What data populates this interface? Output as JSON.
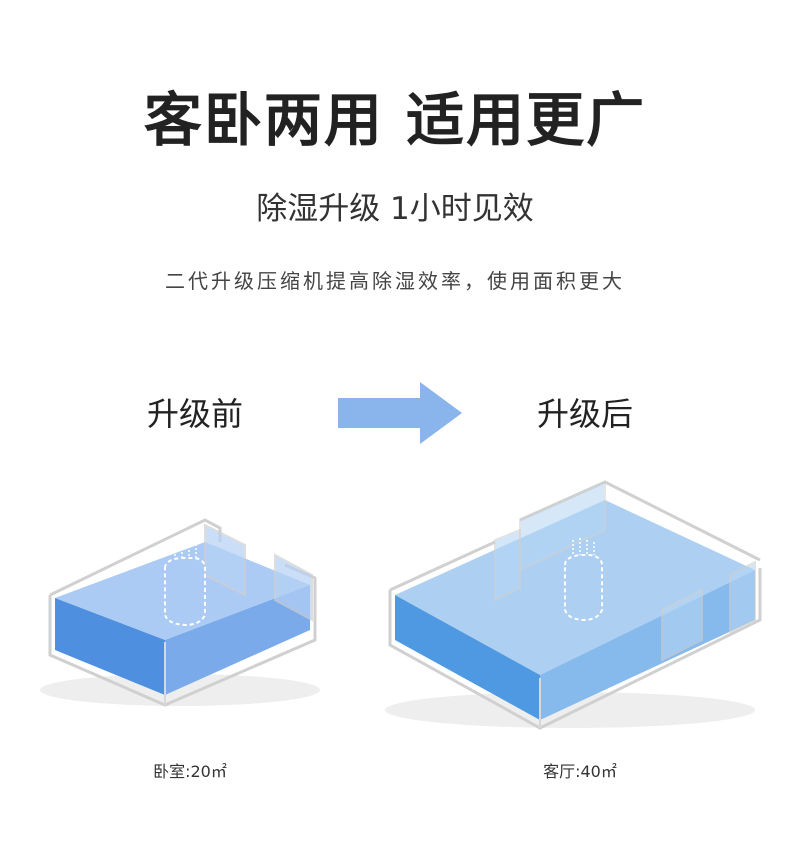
{
  "headline": "客卧两用  适用更广",
  "subheadline": "除湿升级 1小时见效",
  "description": "二代升级压缩机提高除湿效率，使用面积更大",
  "comparison": {
    "before_label": "升级前",
    "after_label": "升级后",
    "before_caption": "卧室:20㎡",
    "after_caption": "客厅:40㎡"
  },
  "colors": {
    "arrow": "#8ab4ec",
    "water": "#5b9de6",
    "outline": "#d8d8d8"
  }
}
